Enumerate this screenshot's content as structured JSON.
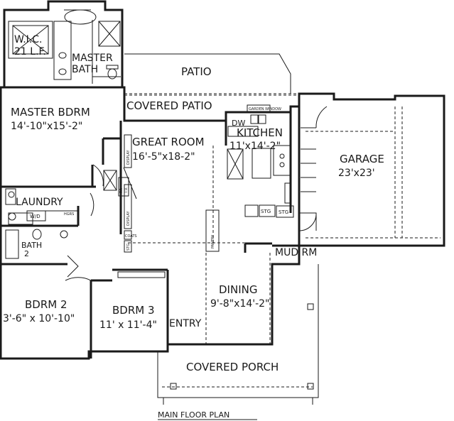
{
  "labels": {
    "wic": "W.I.C.",
    "wic_lf": "21 L.F.",
    "master_bath_1": "MASTER",
    "master_bath_2": "BATH",
    "patio": "PATIO",
    "covered_patio": "COVERED PATIO",
    "master_bdrm": "MASTER BDRM",
    "master_bdrm_dim": "14'-10\"x15'-2\"",
    "great_room": "GREAT ROOM",
    "great_room_dim": "16'-5\"x18-2\"",
    "kitchen": "KITCHEN",
    "kitchen_dim": "11'x14'-2\"",
    "garage": "GARAGE",
    "garage_dim": "23'x23'",
    "laundry": "LAUNDRY",
    "wd": "W/D",
    "hgrs": "HGRS",
    "bath2_1": "BATH",
    "bath2_2": "2",
    "display_1": "DISPLAY",
    "display_2": "DISPLAY",
    "fp": "F.P.",
    "tv": "T.V.",
    "coats": "COATS",
    "stg_small": "STG",
    "pantry": "PANTRY",
    "dw": "DW",
    "garden_window": "GARDEN WINDOW",
    "stg_1": "STG",
    "stg_2": "STG",
    "mud_rm": "MUD RM",
    "bdrm2": "BDRM 2",
    "bdrm2_dim": "3'-6\" x 10'-10\"",
    "bdrm3": "BDRM 3",
    "bdrm3_dim": "11' x 11'-4\"",
    "entry": "ENTRY",
    "dining": "DINING",
    "dining_dim": "9'-8\"x14'-2\"",
    "covered_porch": "COVERED PORCH",
    "caption": "MAIN FLOOR PLAN"
  }
}
